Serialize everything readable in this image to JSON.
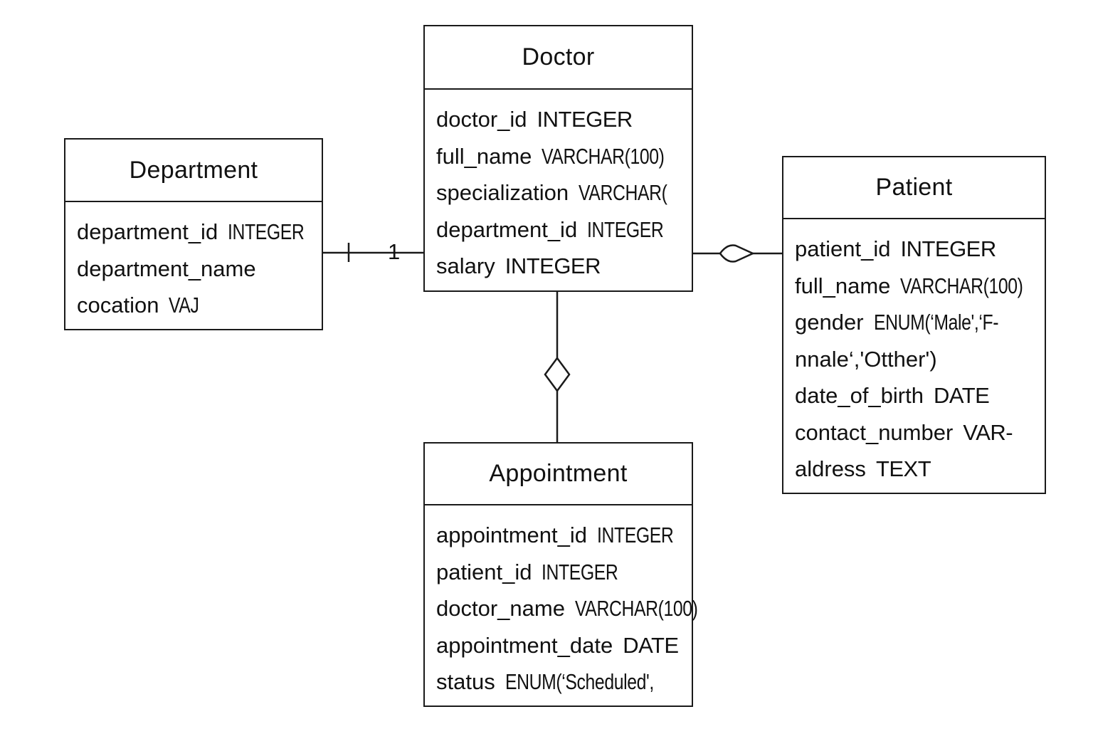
{
  "entities": {
    "doctor": {
      "title": "Doctor",
      "attributes": [
        {
          "name": "doctor_id",
          "type": "INTEGER"
        },
        {
          "name": "full_name",
          "type": "VARCHAR(100)"
        },
        {
          "name": "specialization",
          "type": "VARCHAR("
        },
        {
          "name": "department_id",
          "type": "INTEGER"
        },
        {
          "name": "salary",
          "type": "INTEGER"
        }
      ]
    },
    "department": {
      "title": "Department",
      "attributes": [
        {
          "name": "department_id",
          "type": "INTEGER"
        },
        {
          "name": "department_name",
          "type": ""
        },
        {
          "name": "cocation",
          "type": "VAJ"
        }
      ]
    },
    "patient": {
      "title": "Patient",
      "attributes": [
        {
          "name": "patient_id",
          "type": "INTEGER"
        },
        {
          "name": "full_name",
          "type": "VARCHAR(100)"
        },
        {
          "name": "gender",
          "type": "ENUM(‘Male',‘F-"
        },
        {
          "name": "nnale‘,'Otther')",
          "type": ""
        },
        {
          "name": "date_of_birth",
          "type": "DATE"
        },
        {
          "name": "contact_number",
          "type": "VAR-"
        },
        {
          "name": "aldress",
          "type": "TEXT"
        }
      ]
    },
    "appointment": {
      "title": "Appointment",
      "attributes": [
        {
          "name": "appointment_id",
          "type": "INTEGER"
        },
        {
          "name": "patient_id",
          "type": "INTEGER"
        },
        {
          "name": "doctor_name",
          "type": "VARCHAR(100)"
        },
        {
          "name": "appointment_date",
          "type": "DATE"
        },
        {
          "name": "status",
          "type": "ENUM(‘Scheduled',"
        }
      ]
    }
  },
  "relationships": {
    "department_doctor": {
      "cardinality_label": "1"
    }
  },
  "colors": {
    "stroke": "#1a1a1a",
    "background": "#ffffff"
  }
}
